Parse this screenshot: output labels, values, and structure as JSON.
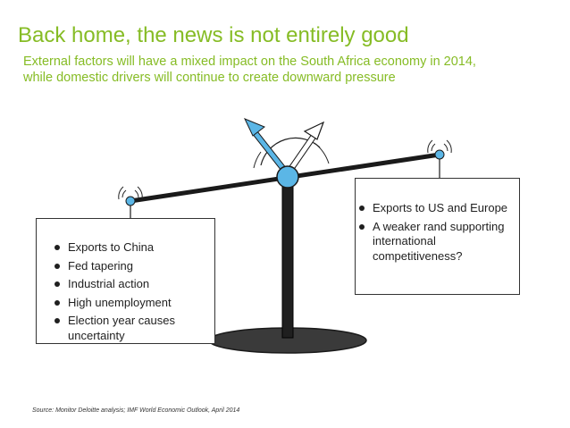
{
  "header": {
    "title": "Back home, the news is not entirely good",
    "subtitle_line1": "External factors will have a mixed impact on the South Africa economy in 2014,",
    "subtitle_line2": "while domestic drivers will continue to create downward pressure"
  },
  "left_factors": [
    "Exports to China",
    "Fed tapering",
    "Industrial action",
    "High unemployment",
    "Election year causes uncertainty"
  ],
  "right_factors": [
    "Exports to US and Europe",
    "A weaker rand supporting international competitiveness?"
  ],
  "source": "Source: Monitor Deloitte analysis; IMF World Economic Outlook, April 2014",
  "colors": {
    "accent": "#86BC25",
    "arrow_blue": "#5BB6E6",
    "beam": "#1a1a1a",
    "base": "#3a3a3a"
  }
}
